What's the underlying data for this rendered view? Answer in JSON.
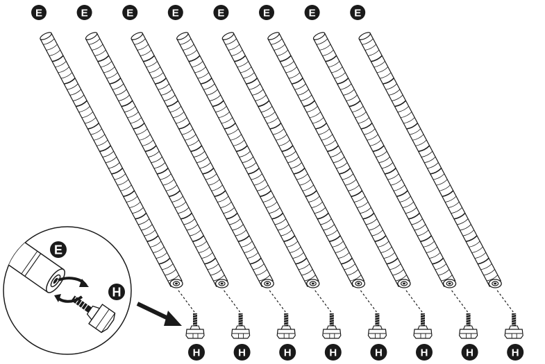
{
  "diagram": {
    "post_label": "E",
    "foot_label": "H",
    "post_count": 8,
    "detail_post_label": "E",
    "detail_foot_label": "H"
  },
  "colors": {
    "ink": "#1a1a1a",
    "paper": "#ffffff"
  },
  "icons": {
    "rotate": "rotate-arrows-icon",
    "direction": "arrow-right-down-icon"
  }
}
